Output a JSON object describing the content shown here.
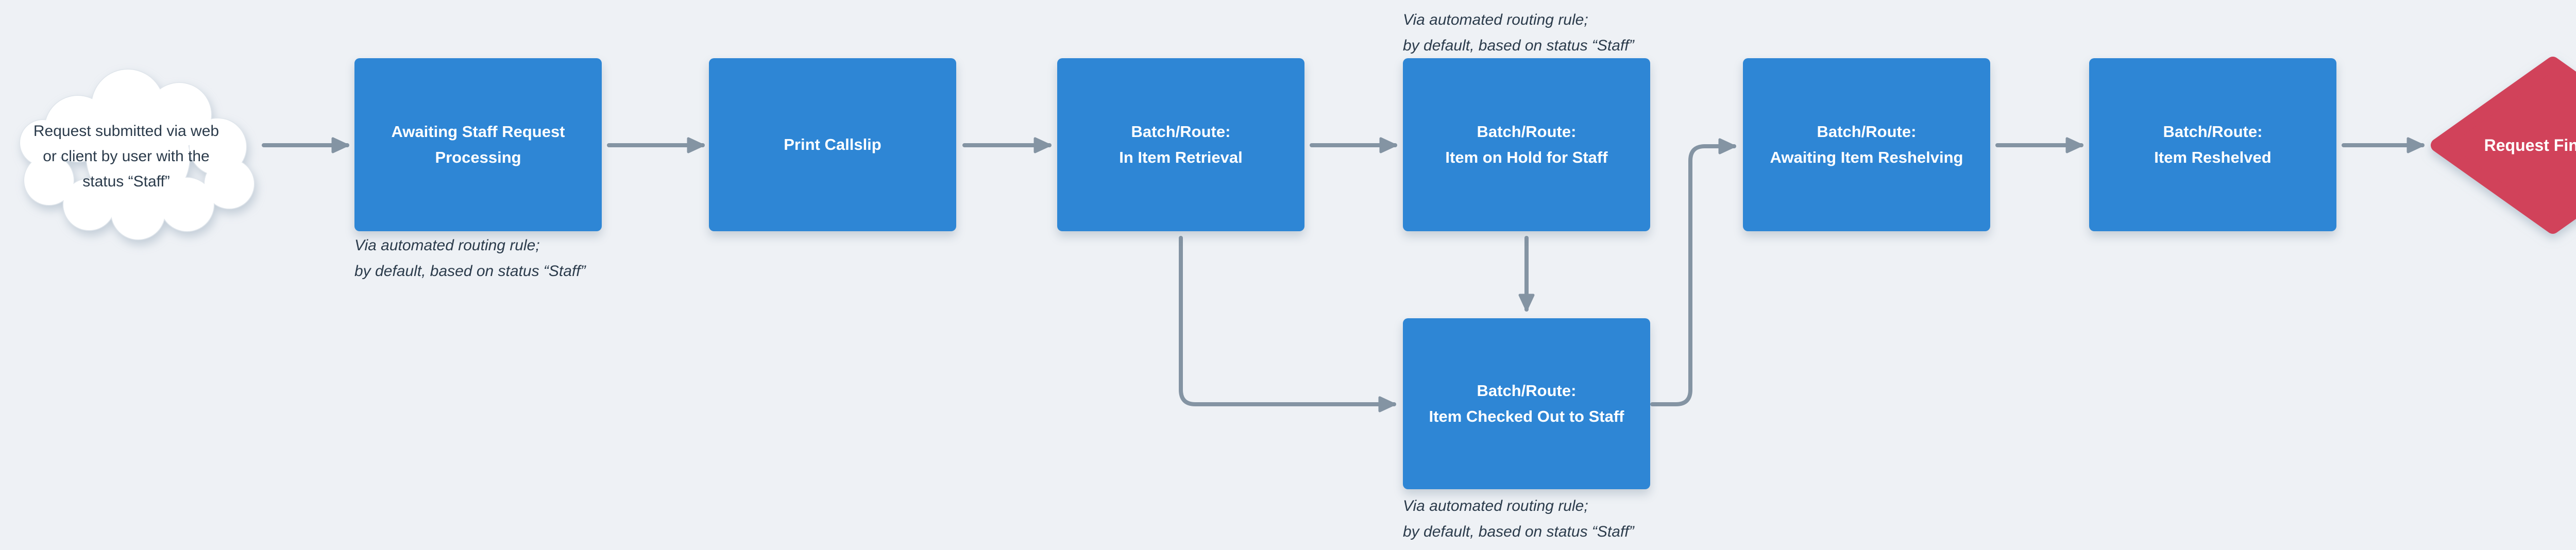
{
  "colors": {
    "bg": "#eef1f5",
    "node_blue": "#2e86d5",
    "diamond_red": "#d1425a",
    "connector_gray": "#8494a3",
    "text_dark": "#2b3b4b",
    "node_text": "#ffffff",
    "cloud_fill": "#ffffff",
    "cloud_outline": "#dfe5eb"
  },
  "cloud": {
    "line1": "Request submitted via web",
    "line2": "or client by user with the",
    "line3": "status “Staff”"
  },
  "steps": [
    {
      "line1": "Awaiting Staff Request",
      "line2": "Processing"
    },
    {
      "line1": "Print Callslip",
      "line2": ""
    },
    {
      "line1": "Batch/Route:",
      "line2": "In Item Retrieval"
    },
    {
      "line1": "Batch/Route:",
      "line2": "Item on Hold for Staff"
    },
    {
      "line1": "Batch/Route:",
      "line2": "Item Checked Out to Staff"
    },
    {
      "line1": "Batch/Route:",
      "line2": "Awaiting Item Reshelving"
    },
    {
      "line1": "Batch/Route:",
      "line2": "Item Reshelved"
    }
  ],
  "annotations": [
    {
      "line1": "Via automated routing rule;",
      "line2": "by default, based on status “Staff”"
    },
    {
      "line1": "Via automated routing rule;",
      "line2": "by default, based on status “Staff”"
    },
    {
      "line1": "Via automated routing rule;",
      "line2": "by default, based on status “Staff”"
    }
  ],
  "end": {
    "label": "Request Finished"
  }
}
